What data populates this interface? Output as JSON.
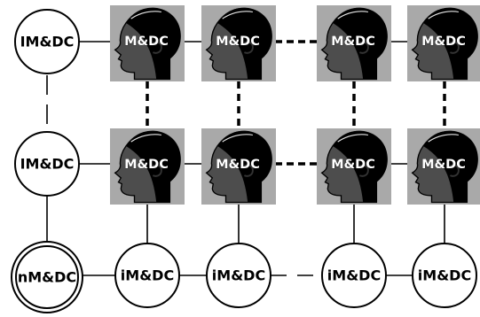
{
  "left_column": {
    "top_node": "IM&DC",
    "middle_node": "IM&DC",
    "bottom_node": "nM&DC"
  },
  "top_row": {
    "tiles": [
      "M&DC",
      "M&DC",
      "M&DC",
      "M&DC"
    ]
  },
  "middle_row": {
    "tiles": [
      "M&DC",
      "M&DC",
      "M&DC",
      "M&DC"
    ]
  },
  "bottom_row": {
    "nodes": [
      "iM&DC",
      "iM&DC",
      "iM&DC",
      "iM&DC"
    ]
  },
  "colors": {
    "tile_background": "#a9a9a9",
    "head_face": "#4d4d4d",
    "head_hair": "#000000",
    "label_text": "#ffffff",
    "line": "#000000"
  },
  "icons": {
    "tile_icon": "human-head-profile-icon"
  }
}
